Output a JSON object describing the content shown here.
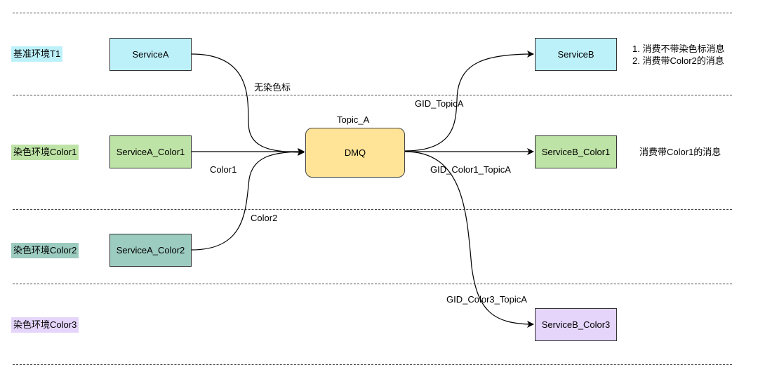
{
  "colors": {
    "baseline": "#bdf1fa",
    "color1": "#bee3a6",
    "color2": "#9ccbbf",
    "color3": "#e5d5fb",
    "dmq": "#ffe498"
  },
  "environments": {
    "t1": "基准环境T1",
    "color1": "染色环境Color1",
    "color2": "染色环境Color2",
    "color3": "染色环境Color3"
  },
  "producers": {
    "service_a": "ServiceA",
    "service_a_color1": "ServiceA_Color1",
    "service_a_color2": "ServiceA_Color2"
  },
  "broker": {
    "topic": "Topic_A",
    "name": "DMQ"
  },
  "consumers": {
    "service_b": "ServiceB",
    "service_b_color1": "ServiceB_Color1",
    "service_b_color3": "ServiceB_Color3"
  },
  "edge_labels": {
    "no_color": "无染色标",
    "color1": "Color1",
    "color2": "Color2",
    "gid_topic_a": "GID_TopicA",
    "gid_color1": "GID_Color1_TopicA",
    "gid_color3": "GID_Color3_TopicA"
  },
  "notes": {
    "service_b_line1": "1. 消费不带染色标消息",
    "service_b_line2": "2. 消费带Color2的消息",
    "service_b_color1": "消费带Color1的消息"
  }
}
